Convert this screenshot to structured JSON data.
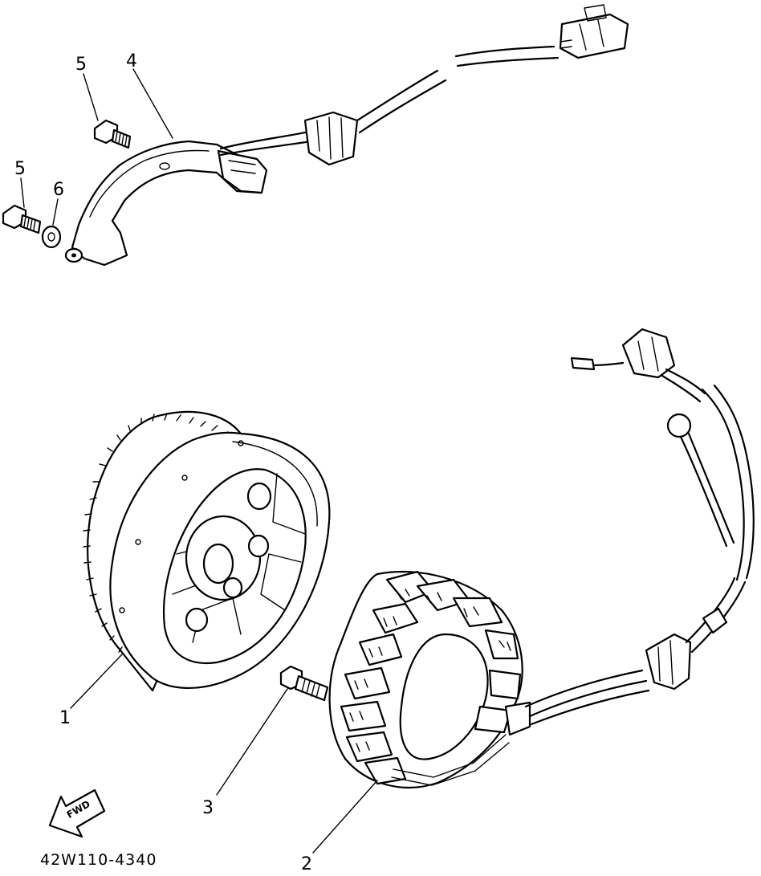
{
  "diagram": {
    "callouts": {
      "flywheel_rotor": "1",
      "stator_assembly": "2",
      "stator_bolt": "3",
      "pickup_coil": "4",
      "bolt_upper": "5",
      "bolt_lower": "5",
      "washer": "6"
    },
    "fwd_label": "FWD",
    "part_code": "42W110-4340"
  }
}
